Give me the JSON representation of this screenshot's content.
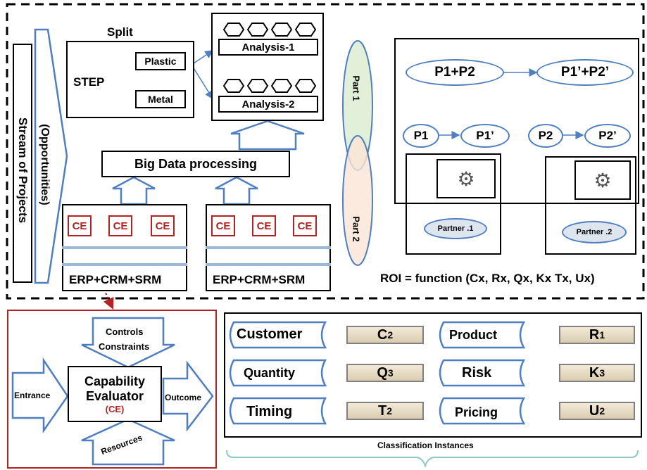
{
  "stream": {
    "label": "Stream of Projects",
    "opportunities": "(Opportunities)"
  },
  "split": {
    "title": "Split",
    "step": "STEP",
    "plastic": "Plastic",
    "metal": "Metal"
  },
  "analysis": {
    "a1": "Analysis-1",
    "a2": "Analysis-2"
  },
  "bigdata": "Big Data processing",
  "erp1": {
    "ce": [
      "CE",
      "CE",
      "CE"
    ],
    "label": "ERP+CRM+SRM"
  },
  "erp2": {
    "ce": [
      "CE",
      "CE",
      "CE"
    ],
    "label": "ERP+CRM+SRM"
  },
  "parts": {
    "part1": "Part 1",
    "part2": "Part 2"
  },
  "right": {
    "p1p2": "P1+P2",
    "p1p2prime": "P1’+P2’",
    "p1": "P1",
    "p1prime": "P1’",
    "p2": "P2",
    "p2prime": "P2’",
    "partner1": "Partner .1",
    "partner2": "Partner .2"
  },
  "roi": "ROI = function (Cx, Rx, Qx, Kx Tx, Ux)",
  "evaluator": {
    "controls": "Controls",
    "constraints": "Constraints",
    "entrance": "Entrance",
    "title1": "Capability",
    "title2": "Evaluator",
    "ce": "(CE)",
    "outcome": "Outcome",
    "resources": "Resources"
  },
  "classification": {
    "rows": [
      {
        "left": "Customer",
        "left_value": "C",
        "left_sub": "2",
        "right": "Product",
        "right_value": "R",
        "right_sub": "1"
      },
      {
        "left": "Quantity",
        "left_value": "Q",
        "left_sub": "3",
        "right": "Risk",
        "right_value": "K",
        "right_sub": "3"
      },
      {
        "left": "Timing",
        "left_value": "T",
        "left_sub": "2",
        "right": "Pricing",
        "right_value": "U",
        "right_sub": "2"
      }
    ],
    "label": "Classification Instances"
  },
  "colors": {
    "blue": "#4f7fbf",
    "red": "#b22222",
    "green": "#e2efd9",
    "orange": "#fbe5d6"
  }
}
